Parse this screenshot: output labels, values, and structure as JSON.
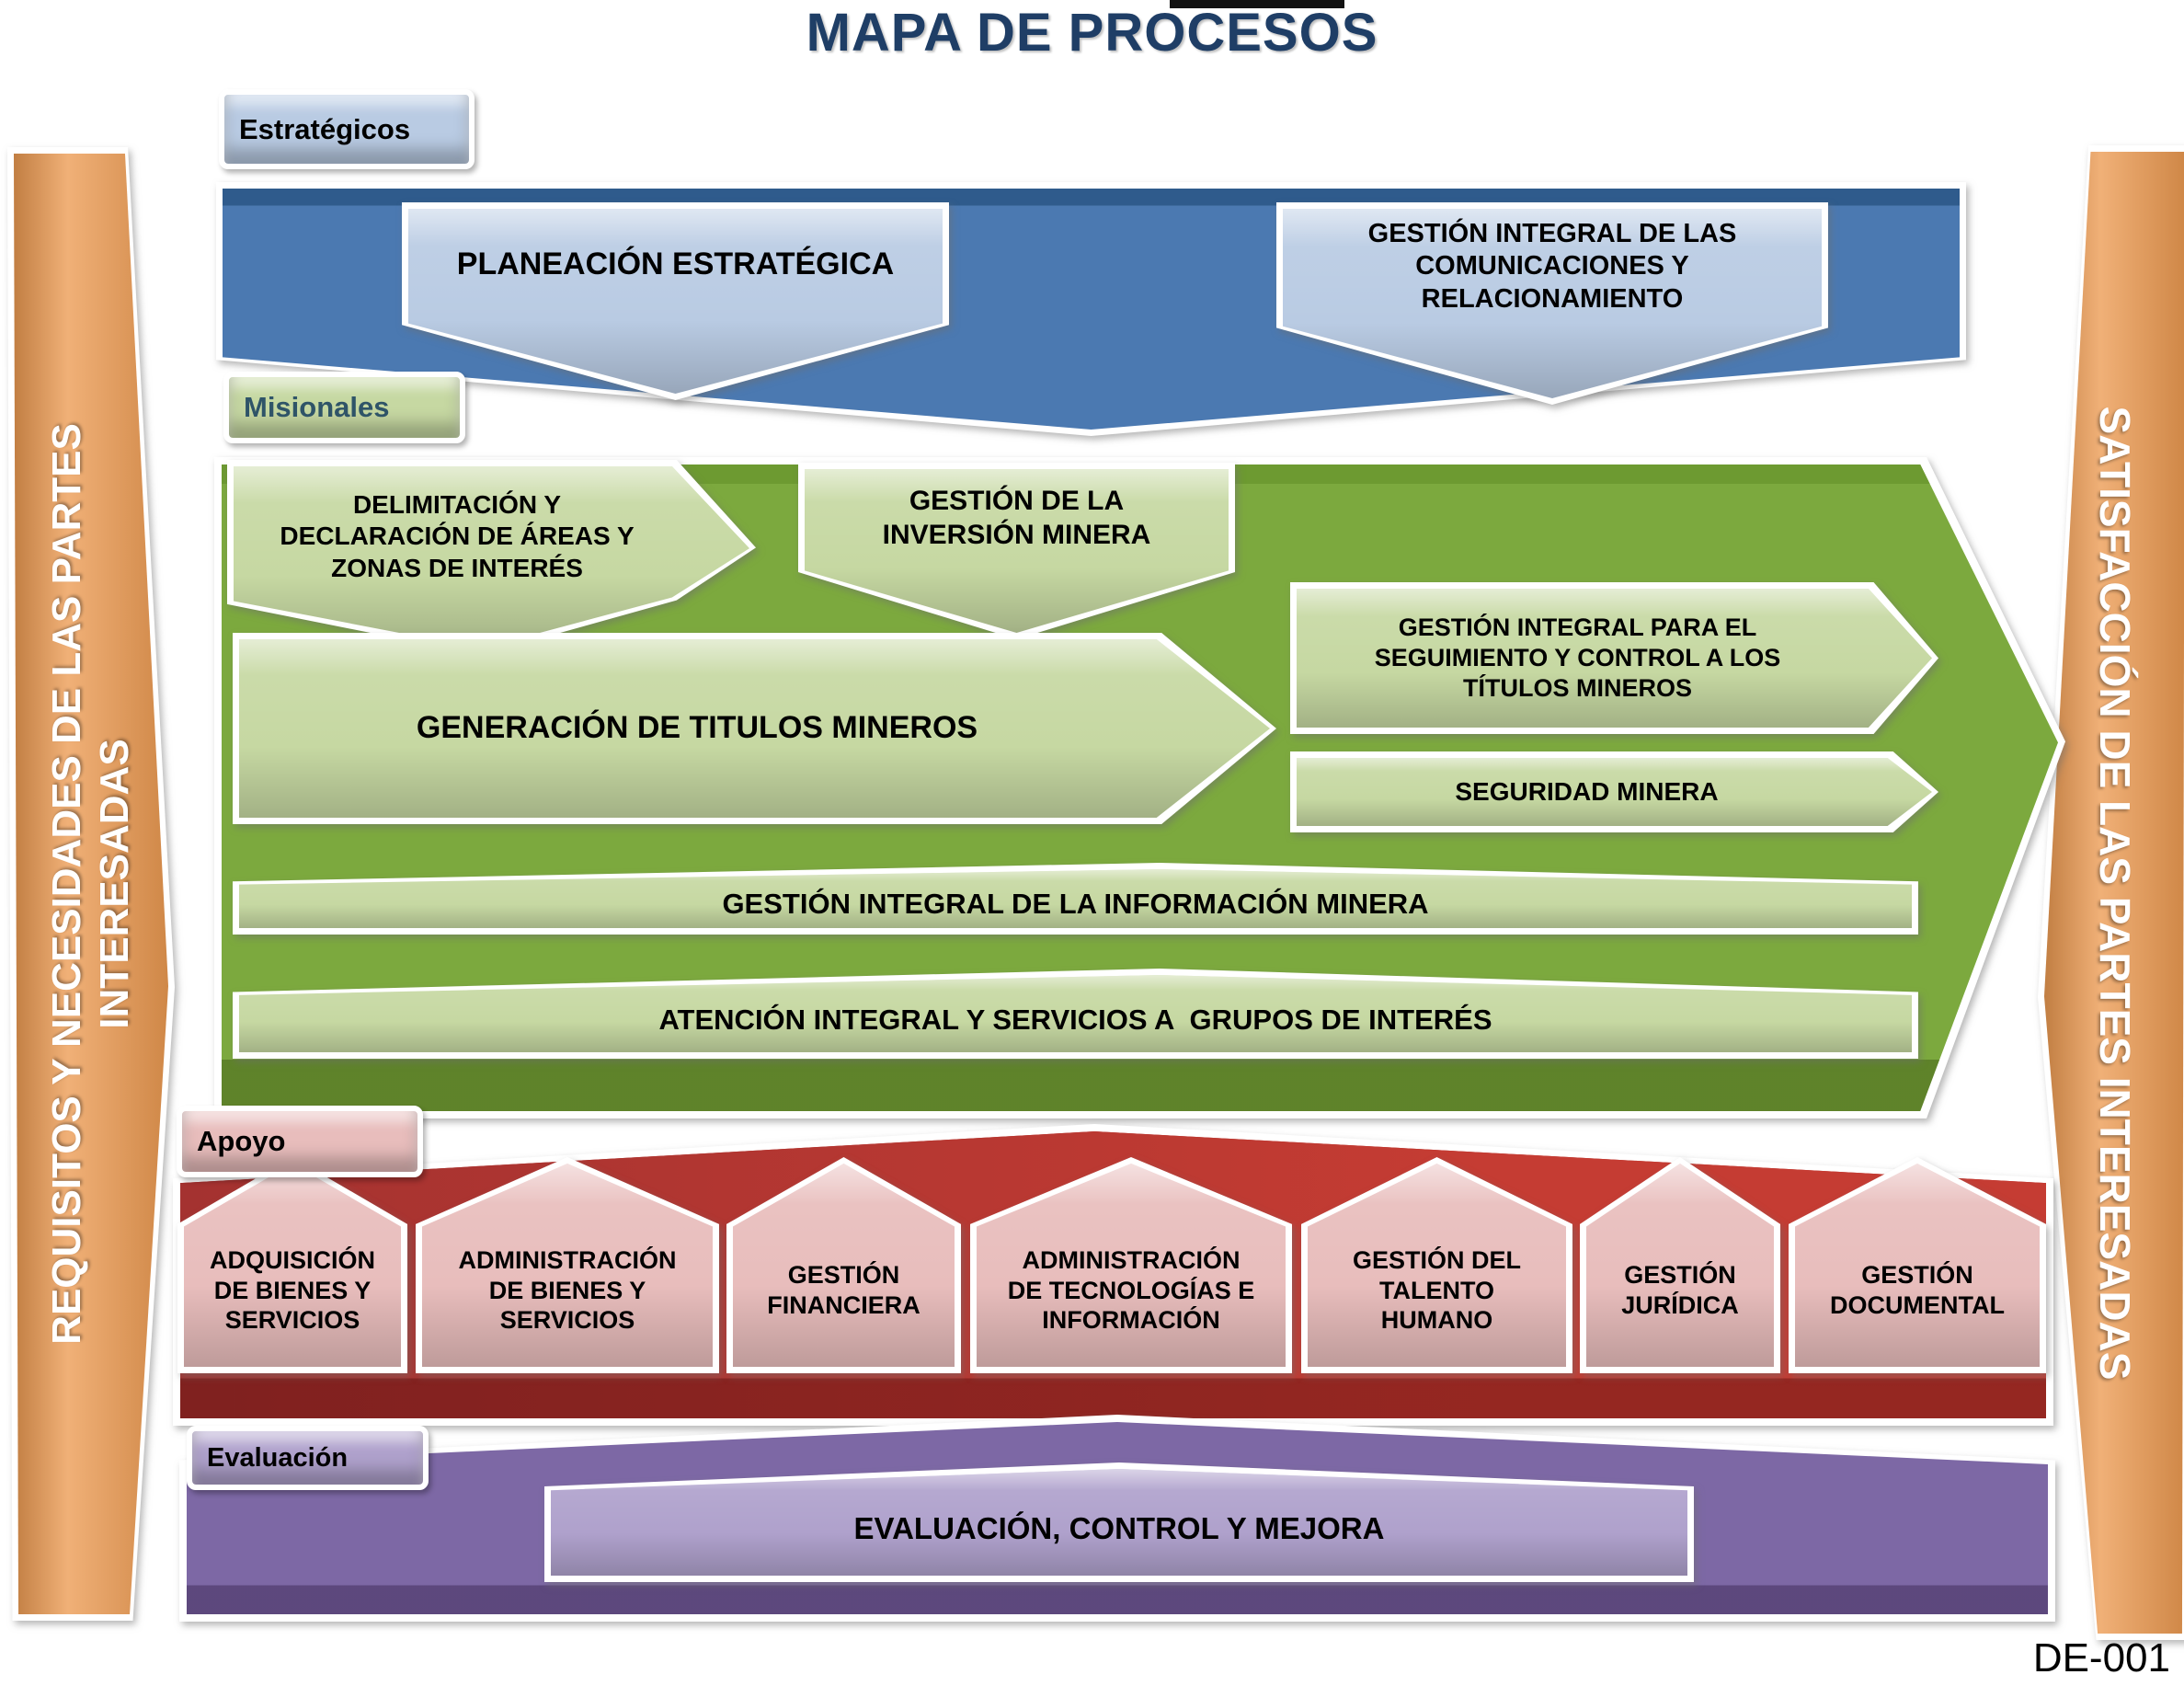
{
  "title": "MAPA DE PROCESOS",
  "doc_code": "DE-001",
  "side_banners": {
    "left_line1": "REQUISITOS Y NECESIDADES DE LAS PARTES",
    "left_line2": "INTERESADAS",
    "right": "SATISFACCIÓN DE LAS PARTES INTERESADAS"
  },
  "sections": {
    "estrategicos": {
      "label": "Estratégicos",
      "items": [
        "PLANEACIÓN ESTRATÉGICA",
        "GESTIÓN INTEGRAL DE LAS COMUNICACIONES Y RELACIONAMIENTO"
      ]
    },
    "misionales": {
      "label": "Misionales",
      "items": [
        "DELIMITACIÓN Y DECLARACIÓN DE ÁREAS Y ZONAS DE INTERÉS",
        "GESTIÓN DE LA INVERSIÓN MINERA",
        "GENERACIÓN DE TITULOS MINEROS",
        "GESTIÓN INTEGRAL PARA EL SEGUIMIENTO Y CONTROL A LOS TÍTULOS MINEROS",
        "SEGURIDAD MINERA",
        "GESTIÓN INTEGRAL DE LA INFORMACIÓN MINERA",
        "ATENCIÓN INTEGRAL Y SERVICIOS A  GRUPOS DE INTERÉS"
      ]
    },
    "apoyo": {
      "label": "Apoyo",
      "items": [
        "ADQUISICIÓN DE BIENES Y SERVICIOS",
        "ADMINISTRACIÓN DE BIENES Y SERVICIOS",
        "GESTIÓN FINANCIERA",
        "ADMINISTRACIÓN DE TECNOLOGÍAS E INFORMACIÓN",
        "GESTIÓN DEL TALENTO HUMANO",
        "GESTIÓN JURÍDICA",
        "GESTIÓN DOCUMENTAL"
      ]
    },
    "evaluacion": {
      "label": "Evaluación",
      "items": [
        "EVALUACIÓN, CONTROL Y MEJORA"
      ]
    }
  },
  "colors": {
    "title": "#1F3E66",
    "strategic_band": "#4B79B1",
    "strategic_item": "#B9CBE3",
    "mission_band": "#7CA93E",
    "mission_item": "#C6D8A2",
    "mission_label_text": "#2F5468",
    "support_band": "#B5312E",
    "support_item": "#E8BDBC",
    "evaluation_band": "#7D68A5",
    "evaluation_item": "#AFA1CC",
    "banner_orange": "#EC9A51"
  }
}
